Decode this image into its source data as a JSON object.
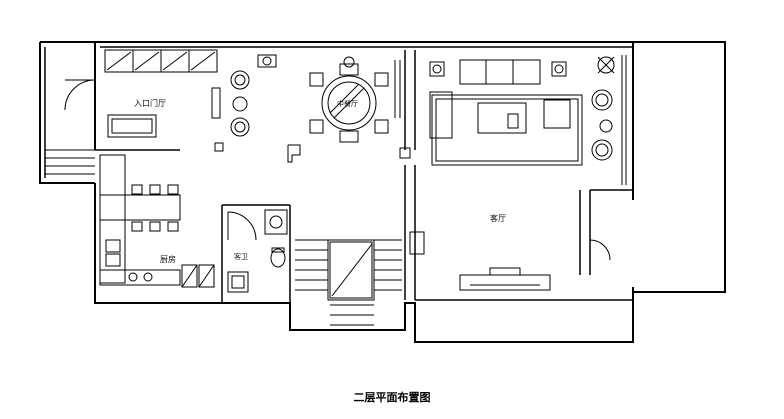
{
  "rooms": {
    "entrance": "入口门厅",
    "dining": "中餐厅",
    "living": "客厅",
    "kitchen": "厨房",
    "bathroom": "客卫"
  },
  "caption": "二层平面布置图"
}
